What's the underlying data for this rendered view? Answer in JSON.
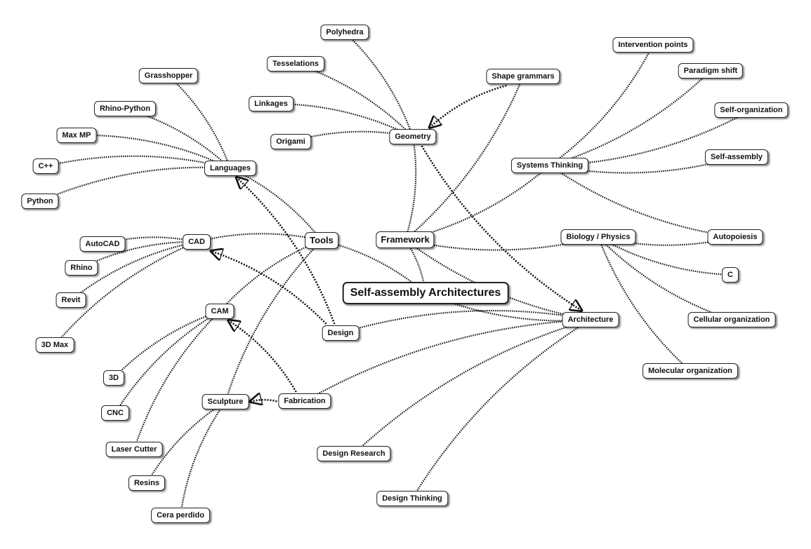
{
  "diagram": {
    "nodes": {
      "polyhedra": "Polyhedra",
      "tesselations": "Tesselations",
      "linkages": "Linkages",
      "origami": "Origami",
      "geometry": "Geometry",
      "shape_grammars": "Shape grammars",
      "grasshopper": "Grasshopper",
      "rhino_python": "Rhino-Python",
      "max_mp": "Max MP",
      "cpp": "C++",
      "python": "Python",
      "languages": "Languages",
      "autocad": "AutoCAD",
      "cad": "CAD",
      "rhino": "Rhino",
      "revit": "Revit",
      "max3d": "3D Max",
      "cam": "CAM",
      "d3": "3D",
      "cnc": "CNC",
      "laser_cutter": "Laser Cutter",
      "resins": "Resins",
      "cera_perdido": "Cera perdido",
      "sculpture": "Sculpture",
      "fabrication": "Fabrication",
      "tools": "Tools",
      "design": "Design",
      "framework": "Framework",
      "root": "Self-assembly Architectures",
      "architecture": "Architecture",
      "design_research": "Design Research",
      "design_thinking": "Design Thinking",
      "intervention_points": "Intervention points",
      "paradigm_shift": "Paradigm shift",
      "self_organization": "Self-organization",
      "self_assembly": "Self-assembly",
      "systems_thinking": "Systems Thinking",
      "biology_physics": "Biology / Physics",
      "autopoiesis": "Autopoiesis",
      "c": "C",
      "cellular_organization": "Cellular organization",
      "molecular_organization": "Molecular organization"
    },
    "links": [
      [
        "root",
        "tools"
      ],
      [
        "root",
        "framework"
      ],
      [
        "root",
        "architecture"
      ],
      [
        "tools",
        "languages"
      ],
      [
        "tools",
        "cad"
      ],
      [
        "tools",
        "cam"
      ],
      [
        "tools",
        "sculpture"
      ],
      [
        "languages",
        "grasshopper"
      ],
      [
        "languages",
        "rhino_python"
      ],
      [
        "languages",
        "max_mp"
      ],
      [
        "languages",
        "cpp"
      ],
      [
        "languages",
        "python"
      ],
      [
        "cad",
        "autocad"
      ],
      [
        "cad",
        "rhino"
      ],
      [
        "cad",
        "revit"
      ],
      [
        "cad",
        "max3d"
      ],
      [
        "cam",
        "d3"
      ],
      [
        "cam",
        "cnc"
      ],
      [
        "cam",
        "laser_cutter"
      ],
      [
        "sculpture",
        "resins"
      ],
      [
        "sculpture",
        "cera_perdido"
      ],
      [
        "framework",
        "geometry"
      ],
      [
        "framework",
        "shape_grammars"
      ],
      [
        "framework",
        "systems_thinking"
      ],
      [
        "framework",
        "biology_physics"
      ],
      [
        "framework",
        "architecture"
      ],
      [
        "geometry",
        "polyhedra"
      ],
      [
        "geometry",
        "tesselations"
      ],
      [
        "geometry",
        "linkages"
      ],
      [
        "geometry",
        "origami"
      ],
      [
        "systems_thinking",
        "intervention_points"
      ],
      [
        "systems_thinking",
        "paradigm_shift"
      ],
      [
        "systems_thinking",
        "self_organization"
      ],
      [
        "systems_thinking",
        "self_assembly"
      ],
      [
        "systems_thinking",
        "autopoiesis"
      ],
      [
        "biology_physics",
        "autopoiesis"
      ],
      [
        "biology_physics",
        "c"
      ],
      [
        "biology_physics",
        "cellular_organization"
      ],
      [
        "biology_physics",
        "molecular_organization"
      ],
      [
        "architecture",
        "design"
      ],
      [
        "architecture",
        "fabrication"
      ],
      [
        "architecture",
        "design_research"
      ],
      [
        "architecture",
        "design_thinking"
      ]
    ],
    "arrows": [
      [
        "design",
        "languages"
      ],
      [
        "design",
        "cad"
      ],
      [
        "fabrication",
        "cam"
      ],
      [
        "fabrication",
        "sculpture"
      ],
      [
        "shape_grammars",
        "geometry"
      ],
      [
        "geometry",
        "architecture"
      ]
    ]
  }
}
